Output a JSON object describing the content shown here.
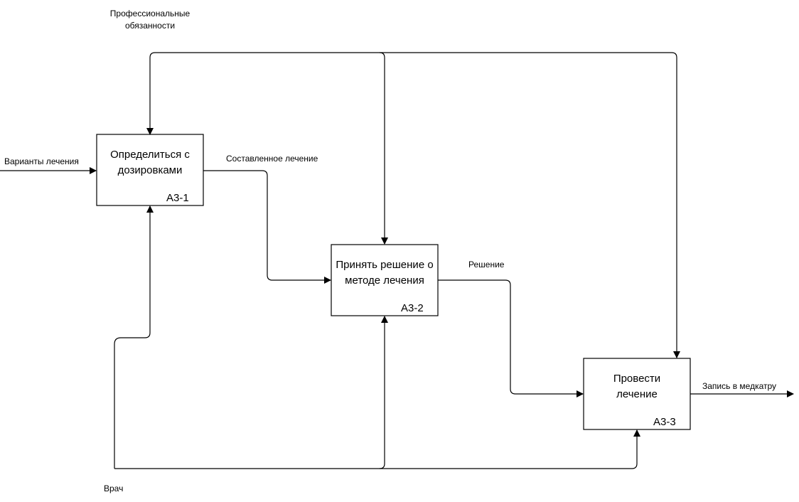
{
  "boxes": [
    {
      "title": "Определиться с дозировками",
      "id": "А3-1"
    },
    {
      "title": "Принять решение о методе лечения",
      "id": "А3-2"
    },
    {
      "title": "Провести лечение",
      "id": "А3-3"
    }
  ],
  "arrows": {
    "control": "Профессиональные обязанности",
    "input": "Варианты лечения",
    "output_1": "Составленное лечение",
    "output_2": "Решение",
    "output_3": "Запись в медкатру",
    "mechanism": "Врач"
  },
  "colors": {
    "line": "#000000",
    "box_border": "#000000",
    "background": "#ffffff"
  }
}
